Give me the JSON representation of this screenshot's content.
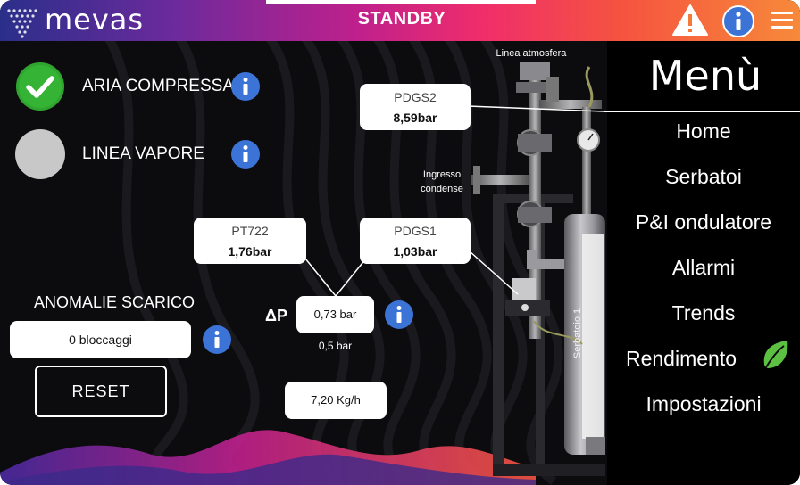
{
  "header": {
    "brand": "mevas",
    "status": "STANDBY",
    "icons": [
      "mevas-logo-icon",
      "warning-icon",
      "info-icon",
      "hamburger-menu-icon"
    ],
    "colors": {
      "gradient_start": "#2a2f8a",
      "gradient_mid": "#c0208c",
      "gradient_end": "#f7893a"
    }
  },
  "status_panel": {
    "aria_compressa": {
      "label": "ARIA COMPRESSA",
      "state": "ok",
      "color": "#2fa52f"
    },
    "linea_vapore": {
      "label": "LINEA VAPORE",
      "state": "off",
      "color": "#c8c8c8"
    }
  },
  "anomalie": {
    "title": "ANOMALIE SCARICO",
    "value": "0 bloccaggi",
    "reset_label": "RESET"
  },
  "readings": {
    "pdgs2": {
      "name": "PDGS2",
      "value": "8,59bar"
    },
    "pt722": {
      "name": "PT722",
      "value": "1,76bar"
    },
    "pdgs1": {
      "name": "PDGS1",
      "value": "1,03bar"
    },
    "delta_p": {
      "symbol": "ΔP",
      "value": "0,73 bar",
      "setpoint": "0,5 bar"
    },
    "flow": {
      "value": "7,20 Kg/h"
    }
  },
  "diagram": {
    "linea_atmosfera": "Linea atmosfera",
    "ingresso_condense": [
      "Ingresso",
      "condense"
    ],
    "serbatoio": "Serbatoio 1"
  },
  "menu": {
    "title": "Menù",
    "items": [
      "Home",
      "Serbatoi",
      "P&I ondulatore",
      "Allarmi",
      "Trends",
      "Rendimento",
      "Impostazioni"
    ],
    "rendimento_icon": "leaf-icon",
    "leaf_color": "#5cc043"
  }
}
